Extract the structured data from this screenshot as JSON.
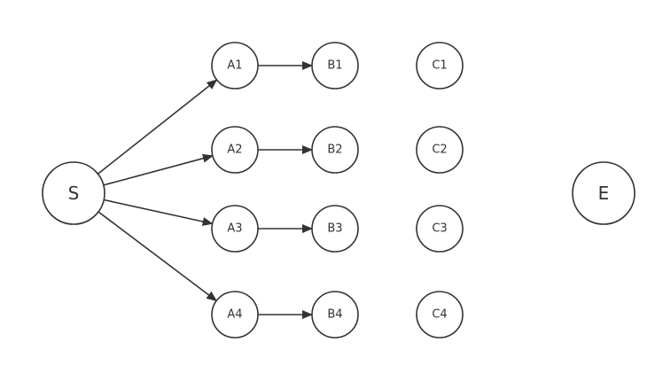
{
  "diagram": {
    "nodes": [
      {
        "id": "S",
        "label": "S"
      },
      {
        "id": "A1",
        "label": "A1"
      },
      {
        "id": "A2",
        "label": "A2"
      },
      {
        "id": "A3",
        "label": "A3"
      },
      {
        "id": "A4",
        "label": "A4"
      },
      {
        "id": "B1",
        "label": "B1"
      },
      {
        "id": "B2",
        "label": "B2"
      },
      {
        "id": "B3",
        "label": "B3"
      },
      {
        "id": "B4",
        "label": "B4"
      },
      {
        "id": "C1",
        "label": "C1"
      },
      {
        "id": "C2",
        "label": "C2"
      },
      {
        "id": "C3",
        "label": "C3"
      },
      {
        "id": "C4",
        "label": "C4"
      },
      {
        "id": "E",
        "label": "E"
      }
    ],
    "edges": [
      {
        "from": "S",
        "to": "A1"
      },
      {
        "from": "S",
        "to": "A2"
      },
      {
        "from": "S",
        "to": "A3"
      },
      {
        "from": "S",
        "to": "A4"
      },
      {
        "from": "A1",
        "to": "B1"
      },
      {
        "from": "A2",
        "to": "B2"
      },
      {
        "from": "A3",
        "to": "B3"
      },
      {
        "from": "A4",
        "to": "B4"
      }
    ],
    "colors": {
      "stroke": "#333333",
      "fill": "#ffffff",
      "text": "#333333"
    }
  }
}
